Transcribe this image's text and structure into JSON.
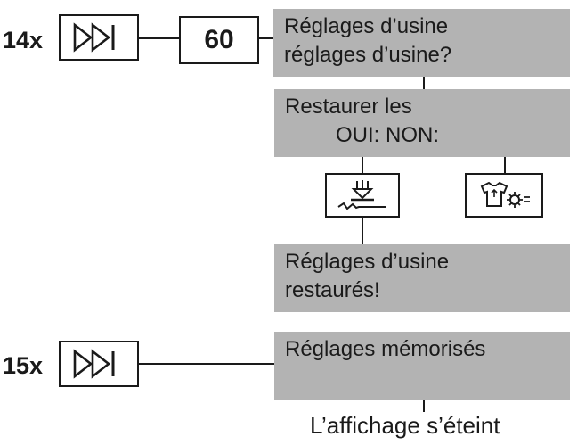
{
  "step14": {
    "count": "14x",
    "value": "60",
    "panel_line1": "Réglages d’usine",
    "panel_line2": "réglages d’usine?"
  },
  "confirm": {
    "line1": "Restaurer les",
    "line2": "OUI: NON:"
  },
  "icons": {
    "yes": "factory-reset-icon",
    "no": "shirt-gear-icon",
    "skip": "skip-forward-icon"
  },
  "restored": {
    "line1": "Réglages d’usine",
    "line2": "restaurés!"
  },
  "step15": {
    "count": "15x",
    "panel_text": "Réglages mémorisés"
  },
  "final_text": "L’affichage s’éteint"
}
